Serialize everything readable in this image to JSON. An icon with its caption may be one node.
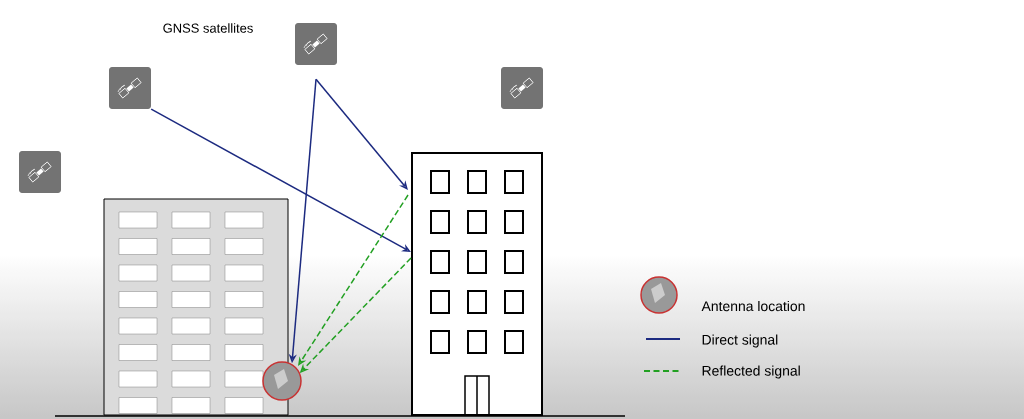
{
  "diagram": {
    "nodes": [
      {
        "text": [],
        "shape": "picture"
      },
      {
        "text": [],
        "shape": "picture"
      },
      {
        "text": [],
        "shape": "picture"
      },
      {
        "text": [],
        "shape": "picture"
      },
      {
        "text": [],
        "shape": "picture"
      },
      {
        "text": [],
        "shape": "picture"
      },
      {
        "text": [],
        "shape": "circle"
      }
    ],
    "edges": [
      {
        "from": 1,
        "to": 5,
        "arrow": "to"
      },
      {
        "from": 2,
        "to": 5,
        "arrow": "to"
      },
      {
        "from": 2,
        "to": 6,
        "arrow": "to"
      },
      {
        "from": 5,
        "to": 6,
        "arrow": "to",
        "style": "dashed",
        "color": "#22a022"
      },
      {
        "from": 5,
        "to": 6,
        "arrow": "to",
        "style": "dashed",
        "color": "#22a022"
      }
    ],
    "labels": [
      "GNSS satellites"
    ],
    "legend": [
      {
        "text": "Antenna location"
      },
      {
        "text": "Direct signal"
      },
      {
        "text": "Reflected signal"
      }
    ]
  }
}
